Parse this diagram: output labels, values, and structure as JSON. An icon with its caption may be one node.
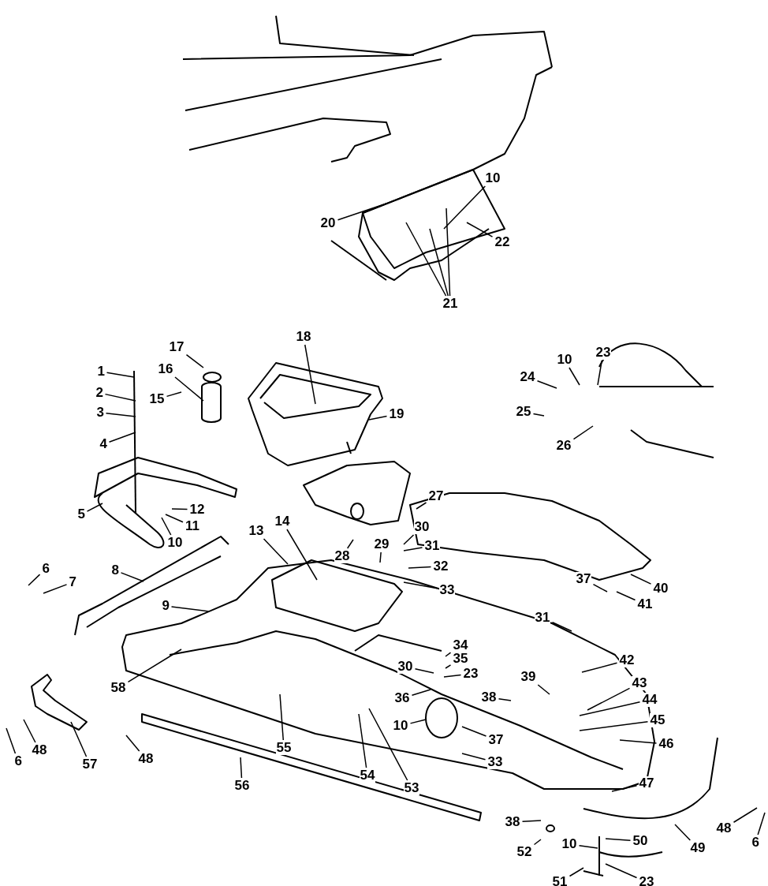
{
  "diagram": {
    "nodes": [
      {
        "text": [
          "10"
        ]
      },
      {
        "text": [
          "20"
        ]
      },
      {
        "text": [
          "22"
        ]
      },
      {
        "text": [
          "21"
        ]
      },
      {
        "text": [
          "18"
        ]
      },
      {
        "text": [
          "17"
        ]
      },
      {
        "text": [
          "1"
        ]
      },
      {
        "text": [
          "16"
        ]
      },
      {
        "text": [
          "23"
        ]
      },
      {
        "text": [
          "10"
        ]
      },
      {
        "text": [
          "24"
        ]
      },
      {
        "text": [
          "2"
        ]
      },
      {
        "text": [
          "15"
        ]
      },
      {
        "text": [
          "19"
        ]
      },
      {
        "text": [
          "25"
        ]
      },
      {
        "text": [
          "3"
        ]
      },
      {
        "text": [
          "4"
        ]
      },
      {
        "text": [
          "26"
        ]
      },
      {
        "text": [
          "27"
        ]
      },
      {
        "text": [
          "12"
        ]
      },
      {
        "text": [
          "5"
        ]
      },
      {
        "text": [
          "13"
        ]
      },
      {
        "text": [
          "14"
        ]
      },
      {
        "text": [
          "11"
        ]
      },
      {
        "text": [
          "30"
        ]
      },
      {
        "text": [
          "10"
        ]
      },
      {
        "text": [
          "29"
        ]
      },
      {
        "text": [
          "31"
        ]
      },
      {
        "text": [
          "28"
        ]
      },
      {
        "text": [
          "32"
        ]
      },
      {
        "text": [
          "6"
        ]
      },
      {
        "text": [
          "8"
        ]
      },
      {
        "text": [
          "37"
        ]
      },
      {
        "text": [
          "7"
        ]
      },
      {
        "text": [
          "40"
        ]
      },
      {
        "text": [
          "33"
        ]
      },
      {
        "text": [
          "41"
        ]
      },
      {
        "text": [
          "9"
        ]
      },
      {
        "text": [
          "31"
        ]
      },
      {
        "text": [
          "34"
        ]
      },
      {
        "text": [
          "42"
        ]
      },
      {
        "text": [
          "35"
        ]
      },
      {
        "text": [
          "30"
        ]
      },
      {
        "text": [
          "23"
        ]
      },
      {
        "text": [
          "39"
        ]
      },
      {
        "text": [
          "43"
        ]
      },
      {
        "text": [
          "58"
        ]
      },
      {
        "text": [
          "38"
        ]
      },
      {
        "text": [
          "36"
        ]
      },
      {
        "text": [
          "44"
        ]
      },
      {
        "text": [
          "10"
        ]
      },
      {
        "text": [
          "45"
        ]
      },
      {
        "text": [
          "37"
        ]
      },
      {
        "text": [
          "55"
        ]
      },
      {
        "text": [
          "46"
        ]
      },
      {
        "text": [
          "48"
        ]
      },
      {
        "text": [
          "6"
        ]
      },
      {
        "text": [
          "48"
        ]
      },
      {
        "text": [
          "33"
        ]
      },
      {
        "text": [
          "57"
        ]
      },
      {
        "text": [
          "54"
        ]
      },
      {
        "text": [
          "56"
        ]
      },
      {
        "text": [
          "47"
        ]
      },
      {
        "text": [
          "53"
        ]
      },
      {
        "text": [
          "38"
        ]
      },
      {
        "text": [
          "48"
        ]
      },
      {
        "text": [
          "50"
        ]
      },
      {
        "text": [
          "6"
        ]
      },
      {
        "text": [
          "10"
        ]
      },
      {
        "text": [
          "49"
        ]
      },
      {
        "text": [
          "52"
        ]
      },
      {
        "text": [
          "51"
        ]
      },
      {
        "text": [
          "23"
        ]
      }
    ],
    "edges": [
      {
        "from": 0,
        "to": null,
        "arrow": "none"
      },
      {
        "from": 1,
        "to": null,
        "arrow": "none"
      },
      {
        "from": 2,
        "to": null,
        "arrow": "none"
      },
      {
        "from": 3,
        "to": null,
        "arrow": "none"
      },
      {
        "from": 3,
        "to": null,
        "arrow": "none"
      },
      {
        "from": 3,
        "to": null,
        "arrow": "none"
      },
      {
        "from": 4,
        "to": null,
        "arrow": "none"
      },
      {
        "from": 5,
        "to": null,
        "arrow": "none"
      },
      {
        "from": 6,
        "to": null,
        "arrow": "none"
      },
      {
        "from": 7,
        "to": null,
        "arrow": "none"
      },
      {
        "from": 8,
        "to": null,
        "arrow": "none"
      },
      {
        "from": 9,
        "to": null,
        "arrow": "none"
      },
      {
        "from": 10,
        "to": null,
        "arrow": "none"
      },
      {
        "from": 11,
        "to": null,
        "arrow": "none"
      },
      {
        "from": 12,
        "to": null,
        "arrow": "none"
      },
      {
        "from": 13,
        "to": null,
        "arrow": "none"
      },
      {
        "from": 14,
        "to": null,
        "arrow": "none"
      },
      {
        "from": 15,
        "to": null,
        "arrow": "none"
      },
      {
        "from": 16,
        "to": null,
        "arrow": "none"
      },
      {
        "from": 17,
        "to": null,
        "arrow": "none"
      },
      {
        "from": 18,
        "to": null,
        "arrow": "none"
      },
      {
        "from": 19,
        "to": null,
        "arrow": "none"
      },
      {
        "from": 20,
        "to": null,
        "arrow": "none"
      },
      {
        "from": 21,
        "to": null,
        "arrow": "none"
      },
      {
        "from": 22,
        "to": null,
        "arrow": "none"
      },
      {
        "from": 23,
        "to": null,
        "arrow": "none"
      },
      {
        "from": 24,
        "to": null,
        "arrow": "none"
      },
      {
        "from": 25,
        "to": null,
        "arrow": "none"
      },
      {
        "from": 26,
        "to": null,
        "arrow": "none"
      },
      {
        "from": 27,
        "to": null,
        "arrow": "none"
      },
      {
        "from": 28,
        "to": null,
        "arrow": "none"
      },
      {
        "from": 29,
        "to": null,
        "arrow": "none"
      },
      {
        "from": 30,
        "to": null,
        "arrow": "none"
      },
      {
        "from": 31,
        "to": null,
        "arrow": "none"
      },
      {
        "from": 32,
        "to": null,
        "arrow": "none"
      },
      {
        "from": 33,
        "to": null,
        "arrow": "none"
      },
      {
        "from": 34,
        "to": null,
        "arrow": "none"
      },
      {
        "from": 35,
        "to": null,
        "arrow": "none"
      },
      {
        "from": 36,
        "to": null,
        "arrow": "none"
      },
      {
        "from": 37,
        "to": null,
        "arrow": "none"
      },
      {
        "from": 38,
        "to": null,
        "arrow": "none"
      },
      {
        "from": 39,
        "to": null,
        "arrow": "none"
      },
      {
        "from": 40,
        "to": null,
        "arrow": "none"
      },
      {
        "from": 41,
        "to": null,
        "arrow": "none"
      },
      {
        "from": 42,
        "to": null,
        "arrow": "none"
      },
      {
        "from": 43,
        "to": null,
        "arrow": "none"
      },
      {
        "from": 44,
        "to": null,
        "arrow": "none"
      },
      {
        "from": 45,
        "to": null,
        "arrow": "none"
      },
      {
        "from": 46,
        "to": null,
        "arrow": "none"
      },
      {
        "from": 47,
        "to": null,
        "arrow": "none"
      },
      {
        "from": 48,
        "to": null,
        "arrow": "none"
      },
      {
        "from": 49,
        "to": null,
        "arrow": "none"
      },
      {
        "from": 50,
        "to": null,
        "arrow": "none"
      },
      {
        "from": 51,
        "to": null,
        "arrow": "none"
      },
      {
        "from": 52,
        "to": null,
        "arrow": "none"
      },
      {
        "from": 53,
        "to": null,
        "arrow": "none"
      },
      {
        "from": 54,
        "to": null,
        "arrow": "none"
      },
      {
        "from": 55,
        "to": null,
        "arrow": "none"
      },
      {
        "from": 56,
        "to": null,
        "arrow": "none"
      },
      {
        "from": 57,
        "to": null,
        "arrow": "none"
      },
      {
        "from": 58,
        "to": null,
        "arrow": "none"
      },
      {
        "from": 59,
        "to": null,
        "arrow": "none"
      },
      {
        "from": 60,
        "to": null,
        "arrow": "none"
      },
      {
        "from": 61,
        "to": null,
        "arrow": "none"
      },
      {
        "from": 62,
        "to": null,
        "arrow": "none"
      },
      {
        "from": 63,
        "to": null,
        "arrow": "none"
      },
      {
        "from": 64,
        "to": null,
        "arrow": "none"
      },
      {
        "from": 65,
        "to": null,
        "arrow": "none"
      },
      {
        "from": 66,
        "to": null,
        "arrow": "none"
      },
      {
        "from": 67,
        "to": null,
        "arrow": "none"
      },
      {
        "from": 68,
        "to": null,
        "arrow": "none"
      },
      {
        "from": 69,
        "to": null,
        "arrow": "none"
      },
      {
        "from": 70,
        "to": null,
        "arrow": "none"
      },
      {
        "from": 71,
        "to": null,
        "arrow": "none"
      },
      {
        "from": 72,
        "to": null,
        "arrow": "none"
      }
    ]
  }
}
